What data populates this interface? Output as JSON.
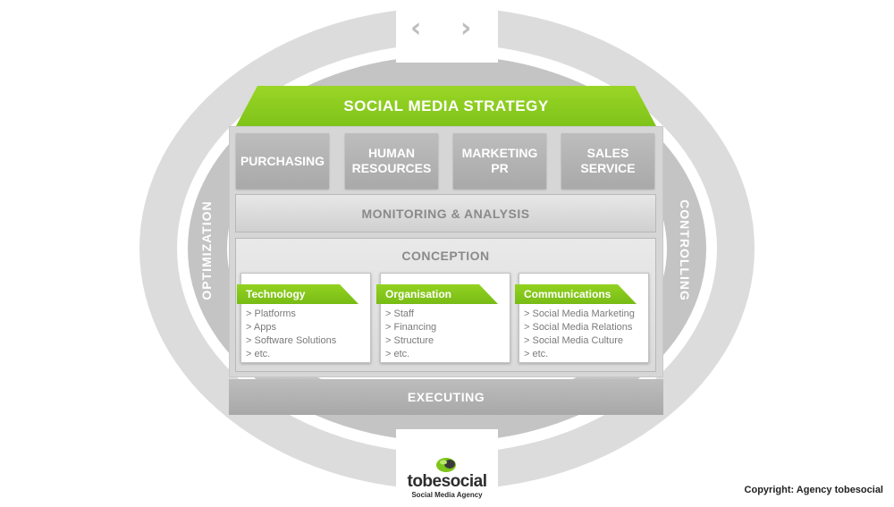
{
  "strategy": {
    "title": "SOCIAL MEDIA STRATEGY"
  },
  "departments": [
    {
      "label": "PURCHASING"
    },
    {
      "label": "HUMAN RESOURCES"
    },
    {
      "label": "MARKETING PR"
    },
    {
      "label": "SALES SERVICE"
    }
  ],
  "monitoring": {
    "label": "MONITORING & ANALYSIS"
  },
  "conception": {
    "title": "CONCEPTION",
    "cards": [
      {
        "title": "Technology",
        "items": [
          "> Platforms",
          "> Apps",
          "> Software Solutions",
          "> etc."
        ]
      },
      {
        "title": "Organisation",
        "items": [
          "> Staff",
          "> Financing",
          "> Structure",
          "> etc."
        ]
      },
      {
        "title": "Communications",
        "items": [
          "> Social Media Marketing",
          "> Social Media Relations",
          "> Social Media Culture",
          "> etc."
        ]
      }
    ]
  },
  "executing": {
    "label": "EXECUTING"
  },
  "cycle": {
    "left_label": "OPTIMIZATION",
    "right_label": "CONTROLLING",
    "left_arrow": "‹",
    "right_arrow": "›"
  },
  "logo": {
    "word": "tobesocial",
    "tagline": "Social Media Agency"
  },
  "copyright": "Copyright: Agency tobesocial",
  "colors": {
    "green": "#8ccf20",
    "grey": "#b4b4b4",
    "ring": "#dcdcdc",
    "ring_inner": "#c4c4c4"
  },
  "icons": [
    "chevron-left-icon",
    "chevron-right-icon",
    "tobesocial-logo-mark"
  ]
}
